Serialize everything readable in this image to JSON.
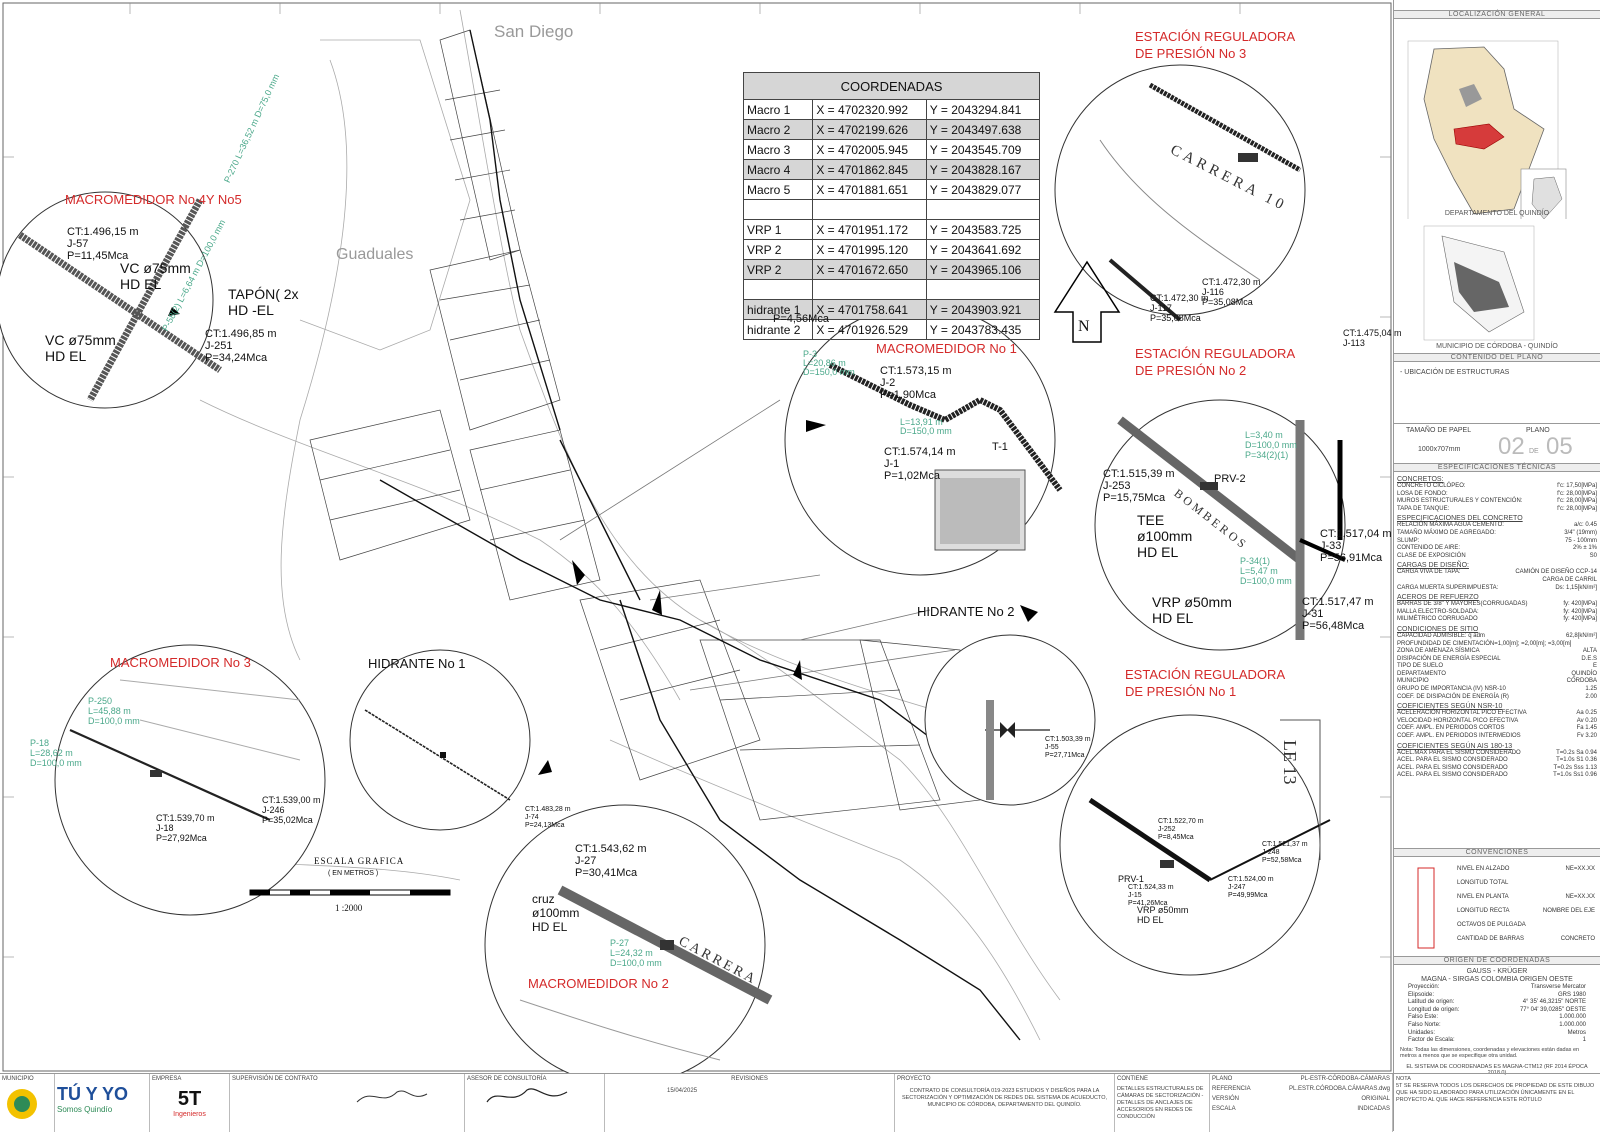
{
  "coordinates": {
    "title": "COORDENADAS",
    "rows": [
      {
        "name": "Macro 1",
        "x": "X = 4702320.992",
        "y": "Y = 2043294.841",
        "shade": false
      },
      {
        "name": "Macro 2",
        "x": "X = 4702199.626",
        "y": "Y = 2043497.638",
        "shade": true
      },
      {
        "name": "Macro 3",
        "x": "X = 4702005.945",
        "y": "Y = 2043545.709",
        "shade": false
      },
      {
        "name": "Macro 4",
        "x": "X = 4701862.845",
        "y": "Y = 2043828.167",
        "shade": true
      },
      {
        "name": "Macro 5",
        "x": "X = 4701881.651",
        "y": "Y = 2043829.077",
        "shade": false
      },
      {
        "name": "",
        "x": "",
        "y": "",
        "shade": false
      },
      {
        "name": "VRP 1",
        "x": "X = 4701951.172",
        "y": "Y = 2043583.725",
        "shade": false
      },
      {
        "name": "VRP 2",
        "x": "X = 4701995.120",
        "y": "Y = 2043641.692",
        "shade": false
      },
      {
        "name": "VRP 2",
        "x": "X = 4701672.650",
        "y": "Y = 2043965.106",
        "shade": true
      },
      {
        "name": "",
        "x": "",
        "y": "",
        "shade": false
      },
      {
        "name": "hidrante 1",
        "x": "X = 4701758.641",
        "y": "Y = 2043903.921",
        "shade": true
      },
      {
        "name": "hidrante 2",
        "x": "X = 4701926.529",
        "y": "Y = 2043783.435",
        "shade": false
      }
    ]
  },
  "map": {
    "places": {
      "san_diego": "San Diego",
      "guaduales": "Guaduales"
    },
    "scale": {
      "title": "ESCALA GRAFICA",
      "units": "( EN METROS )",
      "ratio": "1 :2000"
    },
    "north_letter": "N",
    "pressure_note": "P=4,56Mca",
    "right_labels": [
      "CT:1.475,04 m",
      "J-113"
    ],
    "main_labels": [
      {
        "id": "hidrante1-main",
        "text": "CT:1.483,28 m\nJ-74\nP=24,13Mca"
      }
    ]
  },
  "callouts": {
    "macro45": {
      "title": "MACROMEDIDOR No 4Y No5",
      "labels": [
        "CT:1.496,15 m",
        "J-57",
        "P=11,45Mca"
      ],
      "labels2": [
        "CT:1.496,85 m",
        "J-251",
        "P=34,24Mca"
      ],
      "vc1": [
        "VC ø75mm",
        "HD EL"
      ],
      "tapon": [
        "TAPÓN( 2x",
        "HD -EL"
      ],
      "vc2": [
        "VC ø75mm",
        "HD EL"
      ],
      "pipe_labels": [
        "P-270",
        "L=36,52 m",
        "D=75,0 mm",
        "P-58(2)",
        "L=6,64 m",
        "D=100,0 mm"
      ]
    },
    "macro1": {
      "title": "MACROMEDIDOR No 1",
      "labels": [
        "CT:1.573,15 m",
        "J-2",
        "P=1,90Mca"
      ],
      "labels2": [
        "CT:1.574,14 m",
        "J-1",
        "P=1,02Mca"
      ],
      "tank": "T-1",
      "pipe_labels": [
        "P-3",
        "L=20,86 m",
        "D=150,0 mm",
        "L=13,91 m",
        "D=150,0 mm"
      ]
    },
    "vrp3": {
      "title": [
        "ESTACIÓN REGULADORA",
        "DE PRESIÓN No 3"
      ],
      "street": "CARRERA 10",
      "labels": [
        "CT:1.472,30 m",
        "J-116",
        "P=35,08Mca"
      ],
      "labels2": [
        "CT:1.472,30 m",
        "J-117",
        "P=35,08Mca"
      ]
    },
    "vrp2": {
      "title": [
        "ESTACIÓN REGULADORA",
        "DE PRESIÓN No 2"
      ],
      "street": "BOMBEROS",
      "prv": "PRV-2",
      "labels": [
        "CT:1.515,39 m",
        "J-253",
        "P=15,75Mca"
      ],
      "labels2": [
        "CT:1.517,04 m",
        "J-33",
        "P=56,91Mca"
      ],
      "labels3": [
        "CT:1.517,47 m",
        "J-31",
        "P=56,48Mca"
      ],
      "tee": [
        "TEE",
        "ø100mm",
        "HD EL"
      ],
      "vrp": [
        "VRP ø50mm",
        "HD EL"
      ],
      "pipe_labels": [
        "L=3,40 m",
        "D=100,0 mm",
        "P=34(2)(1)",
        "P-34(1)",
        "L=5,47 m",
        "D=100,0 mm"
      ]
    },
    "hidrante2": {
      "title": "HIDRANTE No 2",
      "labels": [
        "CT:1.503,39 m",
        "J-55",
        "P=27,71Mca"
      ]
    },
    "vrp1": {
      "title": [
        "ESTACIÓN REGULADORA",
        "DE PRESIÓN No 1"
      ],
      "street": "LE 13",
      "prv": "PRV-1",
      "labels": [
        "CT:1.522,70 m",
        "J-252",
        "P=8,45Mca"
      ],
      "labels2": [
        "CT:1.521,37 m",
        "J-248",
        "P=52,58Mca"
      ],
      "labels3": [
        "CT:1.524,33 m",
        "J-15",
        "P=41,26Mca"
      ],
      "labels4": [
        "CT:1.524,00 m",
        "J-247",
        "P=49,99Mca"
      ],
      "vrp": [
        "VRP ø50mm",
        "HD EL"
      ]
    },
    "macro3": {
      "title": "MACROMEDIDOR No 3",
      "labels": [
        "CT:1.539,70 m",
        "J-18",
        "P=27,92Mca"
      ],
      "labels2": [
        "CT:1.539,00 m",
        "J-246",
        "P=35,02Mca"
      ],
      "pipe_labels": [
        "P-250",
        "L=45,88 m",
        "D=100,0 mm",
        "P-18",
        "L=28,62 m",
        "D=100,0 mm"
      ]
    },
    "hidrante1": {
      "title": "HIDRANTE No 1"
    },
    "macro2": {
      "title": "MACROMEDIDOR No 2",
      "street": "CARRERA",
      "labels": [
        "CT:1.543,62 m",
        "J-27",
        "P=30,41Mca"
      ],
      "cruz": [
        "cruz",
        "ø100mm",
        "HD EL"
      ],
      "pipe_labels": [
        "P-27",
        "L=24,32 m",
        "D=100,0 mm"
      ]
    }
  },
  "panel": {
    "location_title": "LOCALIZACIÓN GENERAL",
    "dept_label": "DEPARTAMENTO DEL QUINDÍO",
    "muni_label": "MUNICIPIO DE CÓRDOBA - QUINDÍO",
    "content_title": "CONTENIDO DEL PLANO",
    "content_item": "- UBICACIÓN DE ESTRUCTURAS",
    "paper_label": "TAMAÑO DE PAPEL",
    "paper_value": "1000x707mm",
    "plano_label": "PLANO",
    "plano_num": "02",
    "plano_de": "DE",
    "plano_total": "05",
    "specs_title": "ESPECIFICACIONES TÉCNICAS",
    "spec_groups": [
      {
        "head": "CONCRETOS:",
        "rows": [
          [
            "CONCRETO CICLÓPEO:",
            "f'c: 17,50[MPa]"
          ],
          [
            "LOSA DE FONDO:",
            "f'c: 28,00[MPa]"
          ],
          [
            "MUROS ESTRUCTURALES Y CONTENCIÓN:",
            "f'c: 28,00[MPa]"
          ],
          [
            "TAPA DE TANQUE:",
            "f'c: 28,00[MPa]"
          ]
        ]
      },
      {
        "head": "ESPECIFICACIONES DEL CONCRETO",
        "rows": [
          [
            "RELACIÓN MÁXIMA AGUA CEMENTO:",
            "a/c: 0.45"
          ],
          [
            "TAMAÑO MÁXIMO DE AGREGADO:",
            "3/4\" (19mm)"
          ],
          [
            "SLUMP:",
            "75 - 100mm"
          ],
          [
            "CONTENIDO DE AIRE:",
            "2% ± 1%"
          ],
          [
            "CLASE DE EXPOSICIÓN",
            "S0"
          ]
        ]
      },
      {
        "head": "CARGAS DE DISEÑO:",
        "rows": [
          [
            "CARGA VIVA DE TAPA:",
            "CAMIÓN DE DISEÑO CCP-14"
          ],
          [
            "",
            "CARGA DE CARRIL"
          ],
          [
            "CARGA MUERTA SUPERIMPUESTA:",
            "Ds: 1,15[kN/m²]"
          ]
        ]
      },
      {
        "head": "ACEROS DE REFUERZO",
        "rows": [
          [
            "BARRAS DE 3/8\" Y MAYORES(CORRUGADAS)",
            "fy: 420[MPa]"
          ],
          [
            "MALLA ELECTRO-SOLDADA:",
            "fy: 420[MPa]"
          ],
          [
            "MILIMÉTRICO CORRUGADO",
            "fy: 420[MPa]"
          ]
        ]
      },
      {
        "head": "CONDICIONES DE SITIO",
        "rows": [
          [
            "CAPACIDAD ADMISIBLE: q adm",
            "62,8[kN/m²]"
          ],
          [
            "PROFUNDIDAD DE CIMENTACIÓN=1,00[m]; =2,00[m]; =3,00[m]",
            ""
          ],
          [
            "ZONA DE AMENAZA SÍSMICA",
            "ALTA"
          ],
          [
            "DISIPACIÓN DE ENERGÍA ESPECIAL",
            "D.E.S"
          ],
          [
            "TIPO DE SUELO",
            "E"
          ],
          [
            "DEPARTAMENTO",
            "QUINDÍO"
          ],
          [
            "MUNICIPIO",
            "CÓRDOBA"
          ],
          [
            "GRUPO DE IMPORTANCIA (IV) NSR-10",
            "1.25"
          ],
          [
            "COEF. DE DISIPACIÓN DE ENERGÍA (R)",
            "2.00"
          ]
        ]
      },
      {
        "head": "COEFICIENTES SEGÚN NSR-10",
        "rows": [
          [
            "ACELERACIÓN HORIZONTAL PICO EFECTIVA",
            "Aa 0.25"
          ],
          [
            "VELOCIDAD HORIZONTAL PICO EFECTIVA",
            "Av 0.20"
          ],
          [
            "COEF. AMPL. EN PERIODOS CORTOS",
            "Fa 1.45"
          ],
          [
            "COEF. AMPL. EN PERIODOS INTERMEDIOS",
            "Fv 3.20"
          ]
        ]
      },
      {
        "head": "COEFICIENTES SEGÚN AIS 180-13",
        "rows": [
          [
            "ACEL.MAX PARA EL SISMO CONSIDERADO",
            "T=0.2s Sa 0.94"
          ],
          [
            "ACEL. PARA EL SISMO CONSIDERADO",
            "T=1.0s S1 0.36"
          ],
          [
            "ACEL. PARA EL SISMO CONSIDERADO",
            "T=0.2s Sss 1.13"
          ],
          [
            "ACEL. PARA EL SISMO CONSIDERADO",
            "T=1.0s Ss1 0.96"
          ]
        ]
      }
    ],
    "conventions_title": "CONVENCIONES",
    "conventions": [
      [
        "NIVEL EN ALZADO",
        "NE=XX.XX"
      ],
      [
        "LONGITUD TOTAL",
        ""
      ],
      [
        "NIVEL EN PLANTA",
        "NE=XX.XX"
      ],
      [
        "LONGITUD RECTA",
        "NOMBRE DEL EJE"
      ],
      [
        "OCTAVOS DE PULGADA",
        ""
      ],
      [
        "CANTIDAD DE BARRAS",
        "CONCRETO"
      ]
    ],
    "origin_title": "ORIGEN DE COORDENADAS",
    "origin_lines": [
      "GAUSS - KRÜGER",
      "MAGNA - SIRGAS COLOMBIA ORIGEN OESTE"
    ],
    "origin_rows": [
      [
        "Proyección:",
        "Transverse Mercator"
      ],
      [
        "Elipsoide:",
        "GRS 1980"
      ],
      [
        "Latitud de origen:",
        "4° 35' 46,3215\" NORTE"
      ],
      [
        "Longitud de origen:",
        "77° 04' 39,0285\" OESTE"
      ],
      [
        "Falso Este:",
        "1.000.000"
      ],
      [
        "Falso Norte:",
        "1.000.000"
      ],
      [
        "Unidades:",
        "Metros"
      ],
      [
        "Factor de Escala:",
        "1"
      ]
    ],
    "origin_note": "Nota: Todas las dimensiones, coordenadas y elevaciones están dadas en metros a menos que se especifique otra unidad.",
    "system_note": "EL SISTEMA DE COORDENADAS ES MAGNA-CTM12 (RF 2014 ÉPOCA 2018.0)"
  },
  "titleblock": {
    "municipio": "MUNICIPIO",
    "empresa": "EMPRESA",
    "brand_main": "TÚ Y YO",
    "brand_sub": "Somos Quindío",
    "logo_5t": "5T",
    "logo_5t_sub": "Ingenieros",
    "supervision": "SUPERVISIÓN DE CONTRATO",
    "asesor": "ASESOR DE CONSULTORÍA",
    "revisiones": "REVISIONES",
    "rev_dates": "15/04/2025",
    "proyecto": "PROYECTO",
    "project_text": "CONTRATO DE CONSULTORÍA 019-2023 ESTUDIOS Y DISEÑOS PARA LA SECTORIZACIÓN Y OPTIMIZACIÓN DE REDES DEL SISTEMA DE ACUEDUCTO, MUNICIPIO DE CÓRDOBA, DEPARTAMENTO DEL QUINDÍO.",
    "contiene": "CONTIENE",
    "contiene_text": "DETALLES ESTRUCTURALES DE CÁMARAS DE SECTORIZACIÓN - DETALLES DE ANCLAJES DE ACCESORIOS EN REDES DE CONDUCCIÓN",
    "plano": "PLANO",
    "plano_code": "PL-ESTR-CÓRDOBA-CÁMARAS",
    "referencia": "REFERENCIA",
    "referencia_val": "PL.ESTR.CÓRDOBA.CÁMARAS.dwg",
    "version": "VERSIÓN",
    "version_val": "ORIGINAL",
    "escala": "ESCALA",
    "escala_val": "INDICADAS",
    "nota": "NOTA",
    "nota_text": "5T SE RESERVA TODOS LOS DERECHOS DE PROPIEDAD DE ESTE DIBUJO QUE HA SIDO ELABORADO PARA UTILIZACIÓN ÚNICAMENTE EN EL PROYECTO AL QUE HACE REFERENCIA ESTE RÓTULO"
  },
  "colors": {
    "red_label": "#d42a2a",
    "pipe_label": "#4aa88a",
    "bg": "#ffffff",
    "line": "#555555"
  }
}
